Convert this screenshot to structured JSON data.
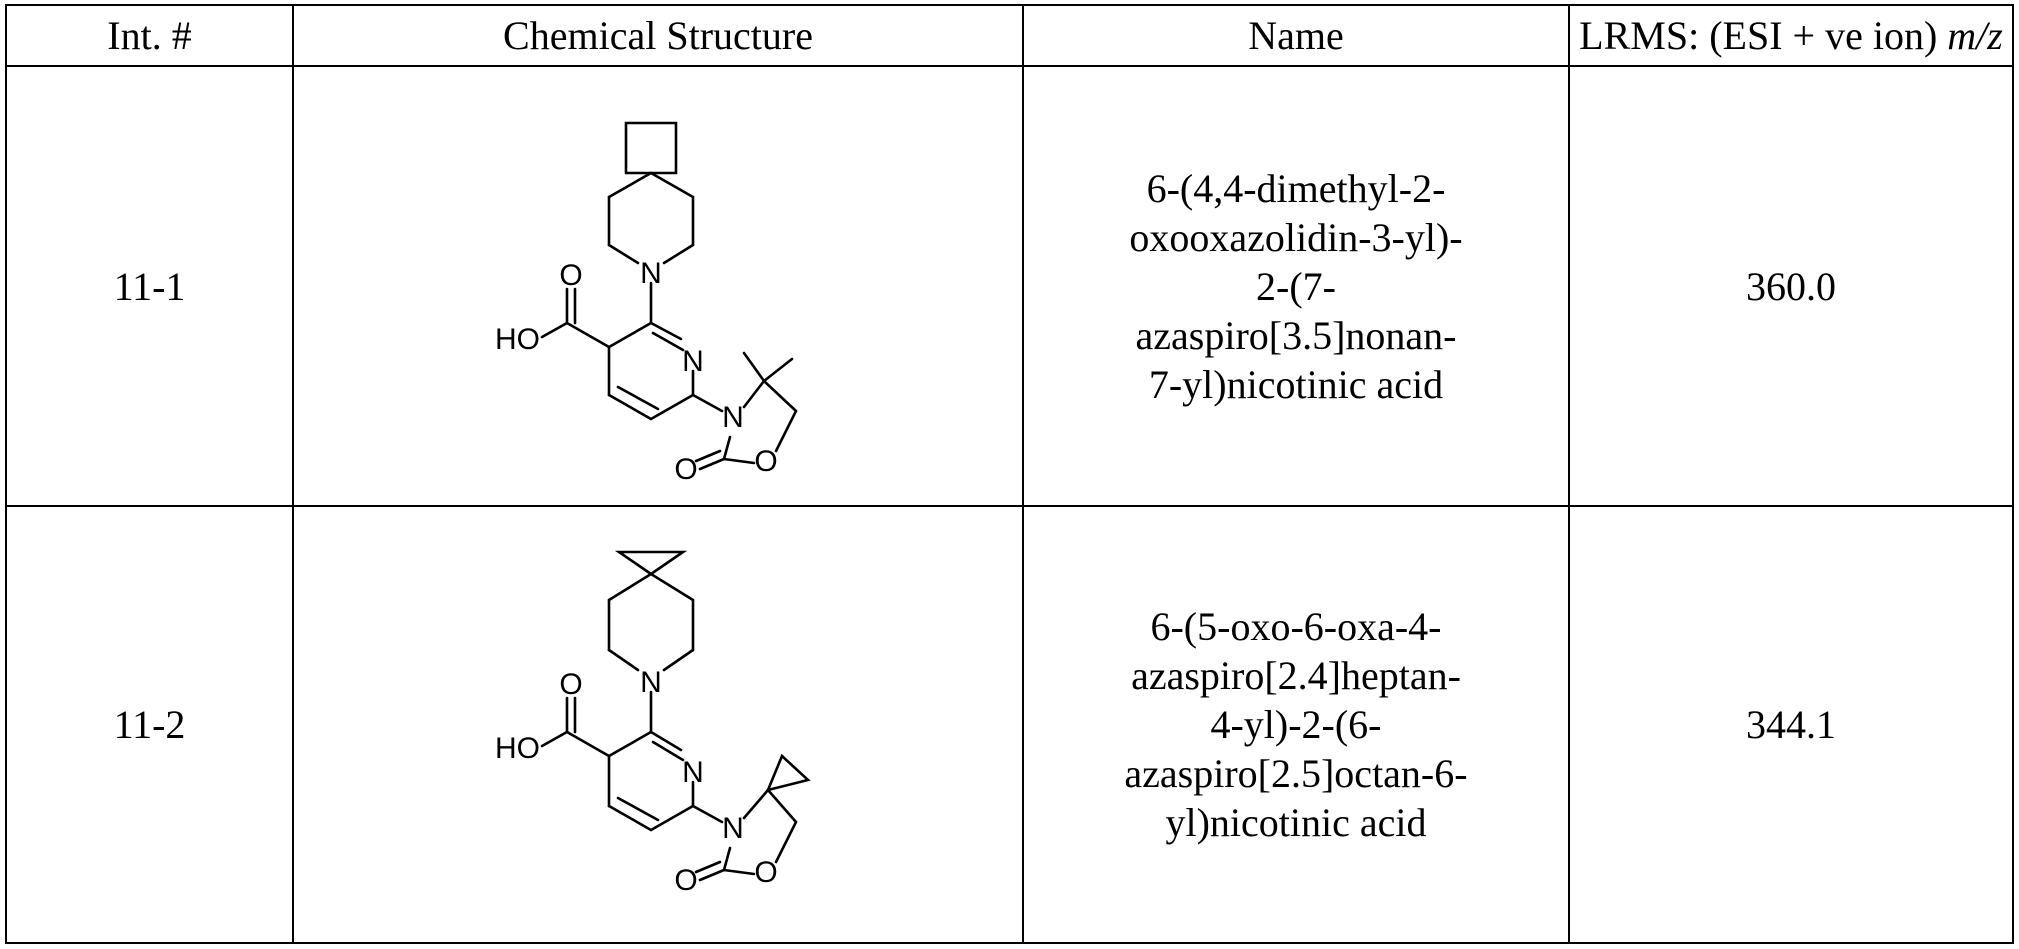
{
  "table": {
    "headers": {
      "int": "Int. #",
      "structure": "Chemical Structure",
      "name": "Name",
      "lrms_prefix": "LRMS: (ESI + ve ion) ",
      "lrms_unit": "m/z"
    },
    "rows": [
      {
        "int": "11-1",
        "name_lines": [
          "6-(4,4-dimethyl-2-",
          "oxooxazolidin-3-yl)-",
          "2-(7-",
          "azaspiro[3.5]nonan-",
          "7-yl)nicotinic acid"
        ],
        "lrms": "360.0",
        "atoms": {
          "n_pip": "N",
          "n_pyr": "N",
          "ho": "HO",
          "o_carbonyl": "O",
          "n_ox": "N",
          "o_ring": "O",
          "o_ketone": "O"
        }
      },
      {
        "int": "11-2",
        "name_lines": [
          "6-(5-oxo-6-oxa-4-",
          "azaspiro[2.4]heptan-",
          "4-yl)-2-(6-",
          "azaspiro[2.5]octan-6-",
          "yl)nicotinic acid"
        ],
        "lrms": "344.1",
        "atoms": {
          "n_pip": "N",
          "n_pyr": "N",
          "ho": "HO",
          "o_carbonyl": "O",
          "n_ox": "N",
          "o_ring": "O",
          "o_ketone": "O"
        }
      }
    ]
  }
}
